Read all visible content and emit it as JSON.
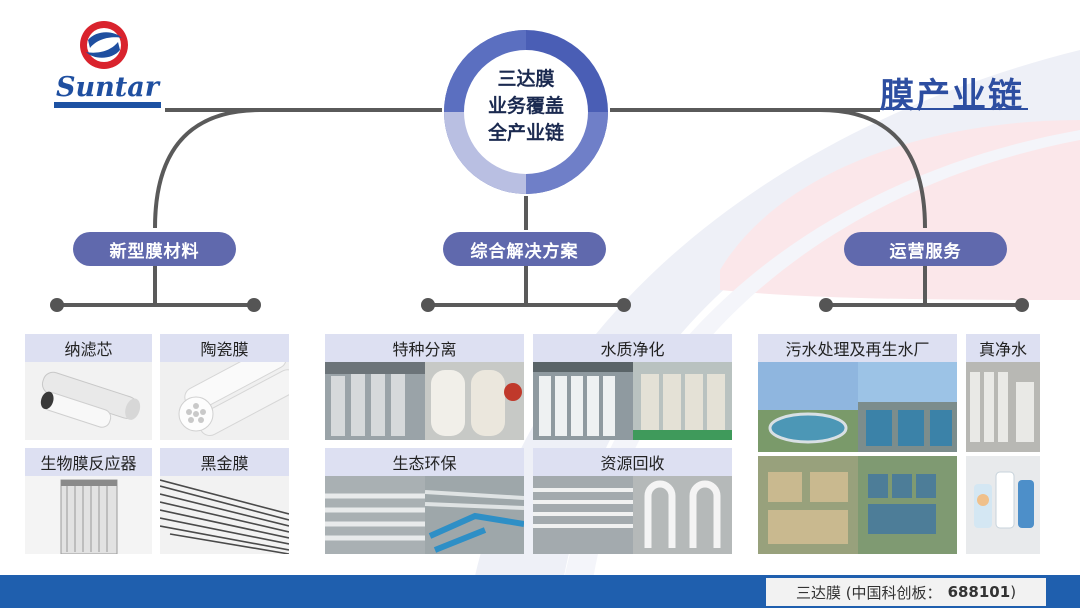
{
  "brand": {
    "logo_text": "Suntar"
  },
  "page_title": "膜产业链",
  "center": {
    "lines": [
      "三达膜",
      "业务覆盖",
      "全产业链"
    ]
  },
  "branches": [
    {
      "label": "新型膜材料"
    },
    {
      "label": "综合解决方案"
    },
    {
      "label": "运营服务"
    }
  ],
  "materials": {
    "items": [
      {
        "label": "纳滤芯"
      },
      {
        "label": "陶瓷膜"
      },
      {
        "label": "生物膜反应器"
      },
      {
        "label": "黑金膜"
      }
    ]
  },
  "solutions": {
    "items": [
      {
        "label": "特种分离"
      },
      {
        "label": "水质净化"
      },
      {
        "label": "生态环保"
      },
      {
        "label": "资源回收"
      }
    ]
  },
  "services": {
    "items": [
      {
        "label": "污水处理及再生水厂"
      },
      {
        "label": "真净水"
      }
    ]
  },
  "footer": {
    "company": "三达膜 (中国科创板：",
    "code": "688101",
    "close": ")"
  },
  "colors": {
    "primary": "#2d4ea1",
    "pill": "#6069ad",
    "card_label": "#dde0f2",
    "footer": "#1f5fae"
  }
}
